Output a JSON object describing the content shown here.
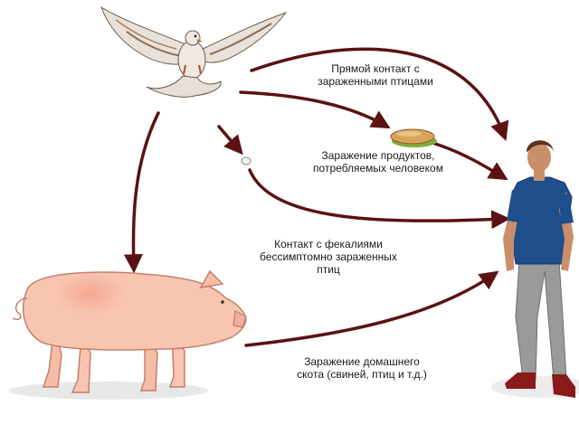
{
  "labels": {
    "direct_contact": [
      "Прямой контакт с",
      "зараженными птицами"
    ],
    "food_contamination": [
      "Заражение продуктов,",
      "потребляемых человеком"
    ],
    "feces_contact": [
      "Контакт с фекалиями",
      "бессимптомно зараженных",
      "птиц"
    ],
    "livestock_infection": [
      "Заражение домашнего",
      "скота (свиней, птиц и т.д.)"
    ]
  },
  "colors": {
    "arrow": "#5a1212",
    "pig": "#f8c6b0",
    "pig_outline": "#c47f6d",
    "shirt": "#1f4e8c",
    "pants": "#9a9a9a",
    "skin": "#c98f6b",
    "hair": "#5a3420",
    "shoes": "#8b1a1a",
    "bread": "#d8a45a",
    "lettuce": "#7fae3c"
  },
  "icons": {
    "bird": "pigeon-icon",
    "food": "sandwich-icon",
    "dropping": "dropping-icon",
    "animal": "pig-icon",
    "person": "person-icon"
  }
}
